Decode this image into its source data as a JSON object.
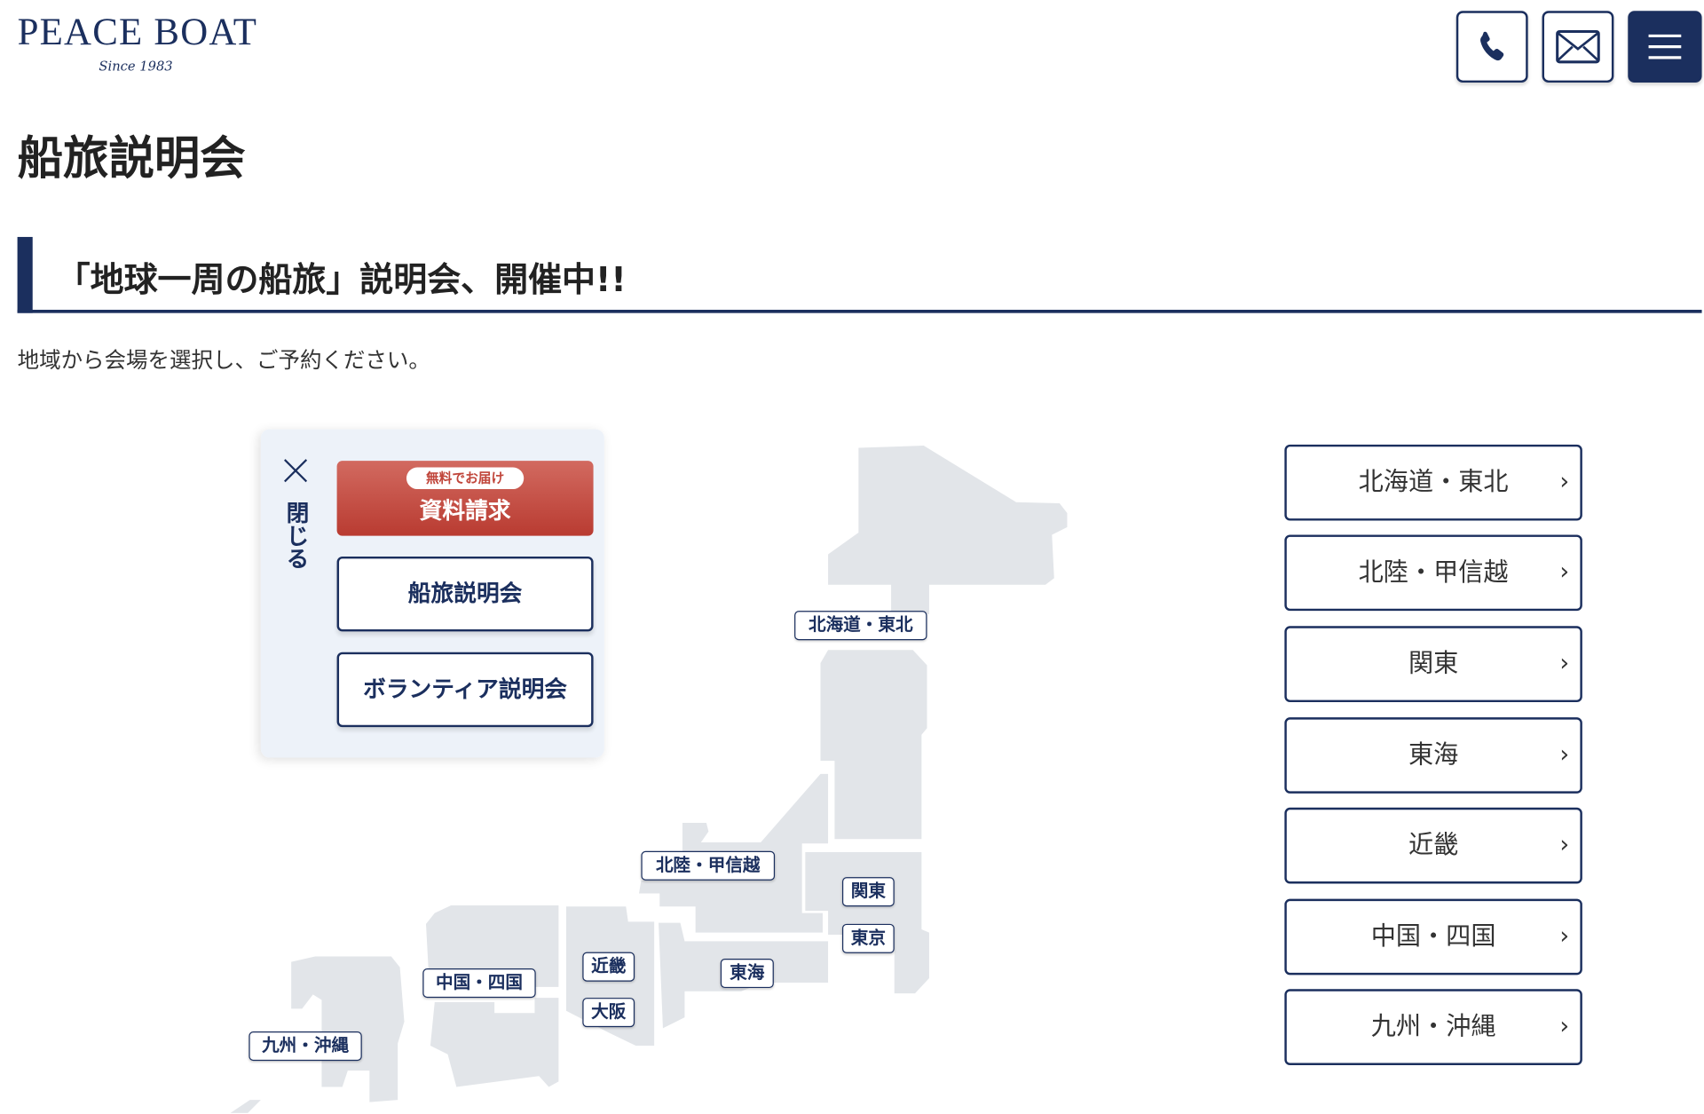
{
  "header": {
    "logo_text": "PEACE BOAT",
    "logo_tagline": "Since 1983",
    "phone_icon": "phone-icon",
    "mail_icon": "mail-icon",
    "menu_icon": "hamburger-menu-icon"
  },
  "page_title": "船旅説明会",
  "section": {
    "heading": "「地球一周の船旅」説明会、開催中!!",
    "lead": "地域から会場を選択し、ご予約ください。"
  },
  "map_labels": {
    "hokkaido_tohoku": "北海道・東北",
    "hokuriku": "北陸・甲信越",
    "kanto": "関東",
    "tokyo": "東京",
    "tokai": "東海",
    "kinki": "近畿",
    "osaka": "大阪",
    "chugoku_shikoku": "中国・四国",
    "kyushu_okinawa": "九州・沖縄"
  },
  "regions": [
    {
      "label": "北海道・東北"
    },
    {
      "label": "北陸・甲信越"
    },
    {
      "label": "関東"
    },
    {
      "label": "東海"
    },
    {
      "label": "近畿"
    },
    {
      "label": "中国・四国"
    },
    {
      "label": "九州・沖縄"
    }
  ],
  "chevron": "›",
  "floating_panel": {
    "close_label": "閉じる",
    "request_badge": "無料でお届け",
    "request_label": "資料請求",
    "briefing_label": "船旅説明会",
    "volunteer_label": "ボランティア説明会"
  },
  "colors": {
    "navy": "#1b2f5e",
    "red": "#c0453a",
    "map_gray": "#e2e5e9"
  }
}
